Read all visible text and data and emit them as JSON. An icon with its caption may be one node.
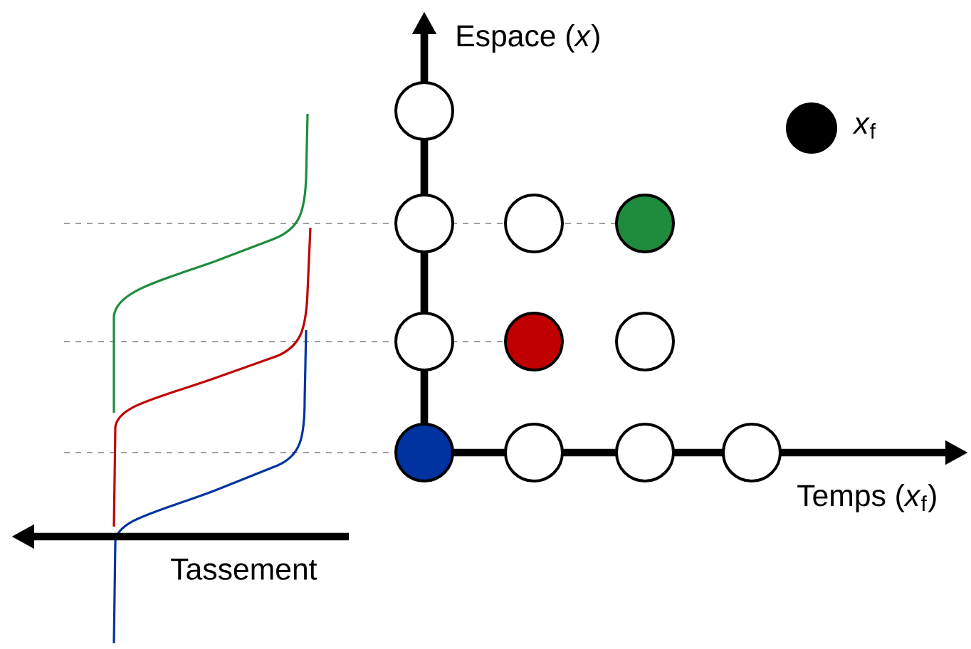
{
  "diagram": {
    "nodes": [
      {
        "text": [],
        "shape": "circle"
      },
      {
        "text": [],
        "shape": "circle"
      },
      {
        "text": [],
        "shape": "circle"
      },
      {
        "text": [],
        "shape": "circle"
      },
      {
        "text": [],
        "shape": "circle"
      },
      {
        "text": [],
        "shape": "circle"
      },
      {
        "text": [],
        "shape": "circle"
      },
      {
        "text": [],
        "shape": "circle"
      },
      {
        "text": [],
        "shape": "circle"
      },
      {
        "text": [],
        "shape": "circle"
      },
      {
        "text": [],
        "shape": "circle"
      }
    ],
    "labels": [
      "Espace (*x*)",
      "Temps (*x*$_{f}$)",
      "Tassement"
    ],
    "legend": [
      {
        "text": "*x*$_{f}$",
        "color": "#000000"
      }
    ]
  }
}
